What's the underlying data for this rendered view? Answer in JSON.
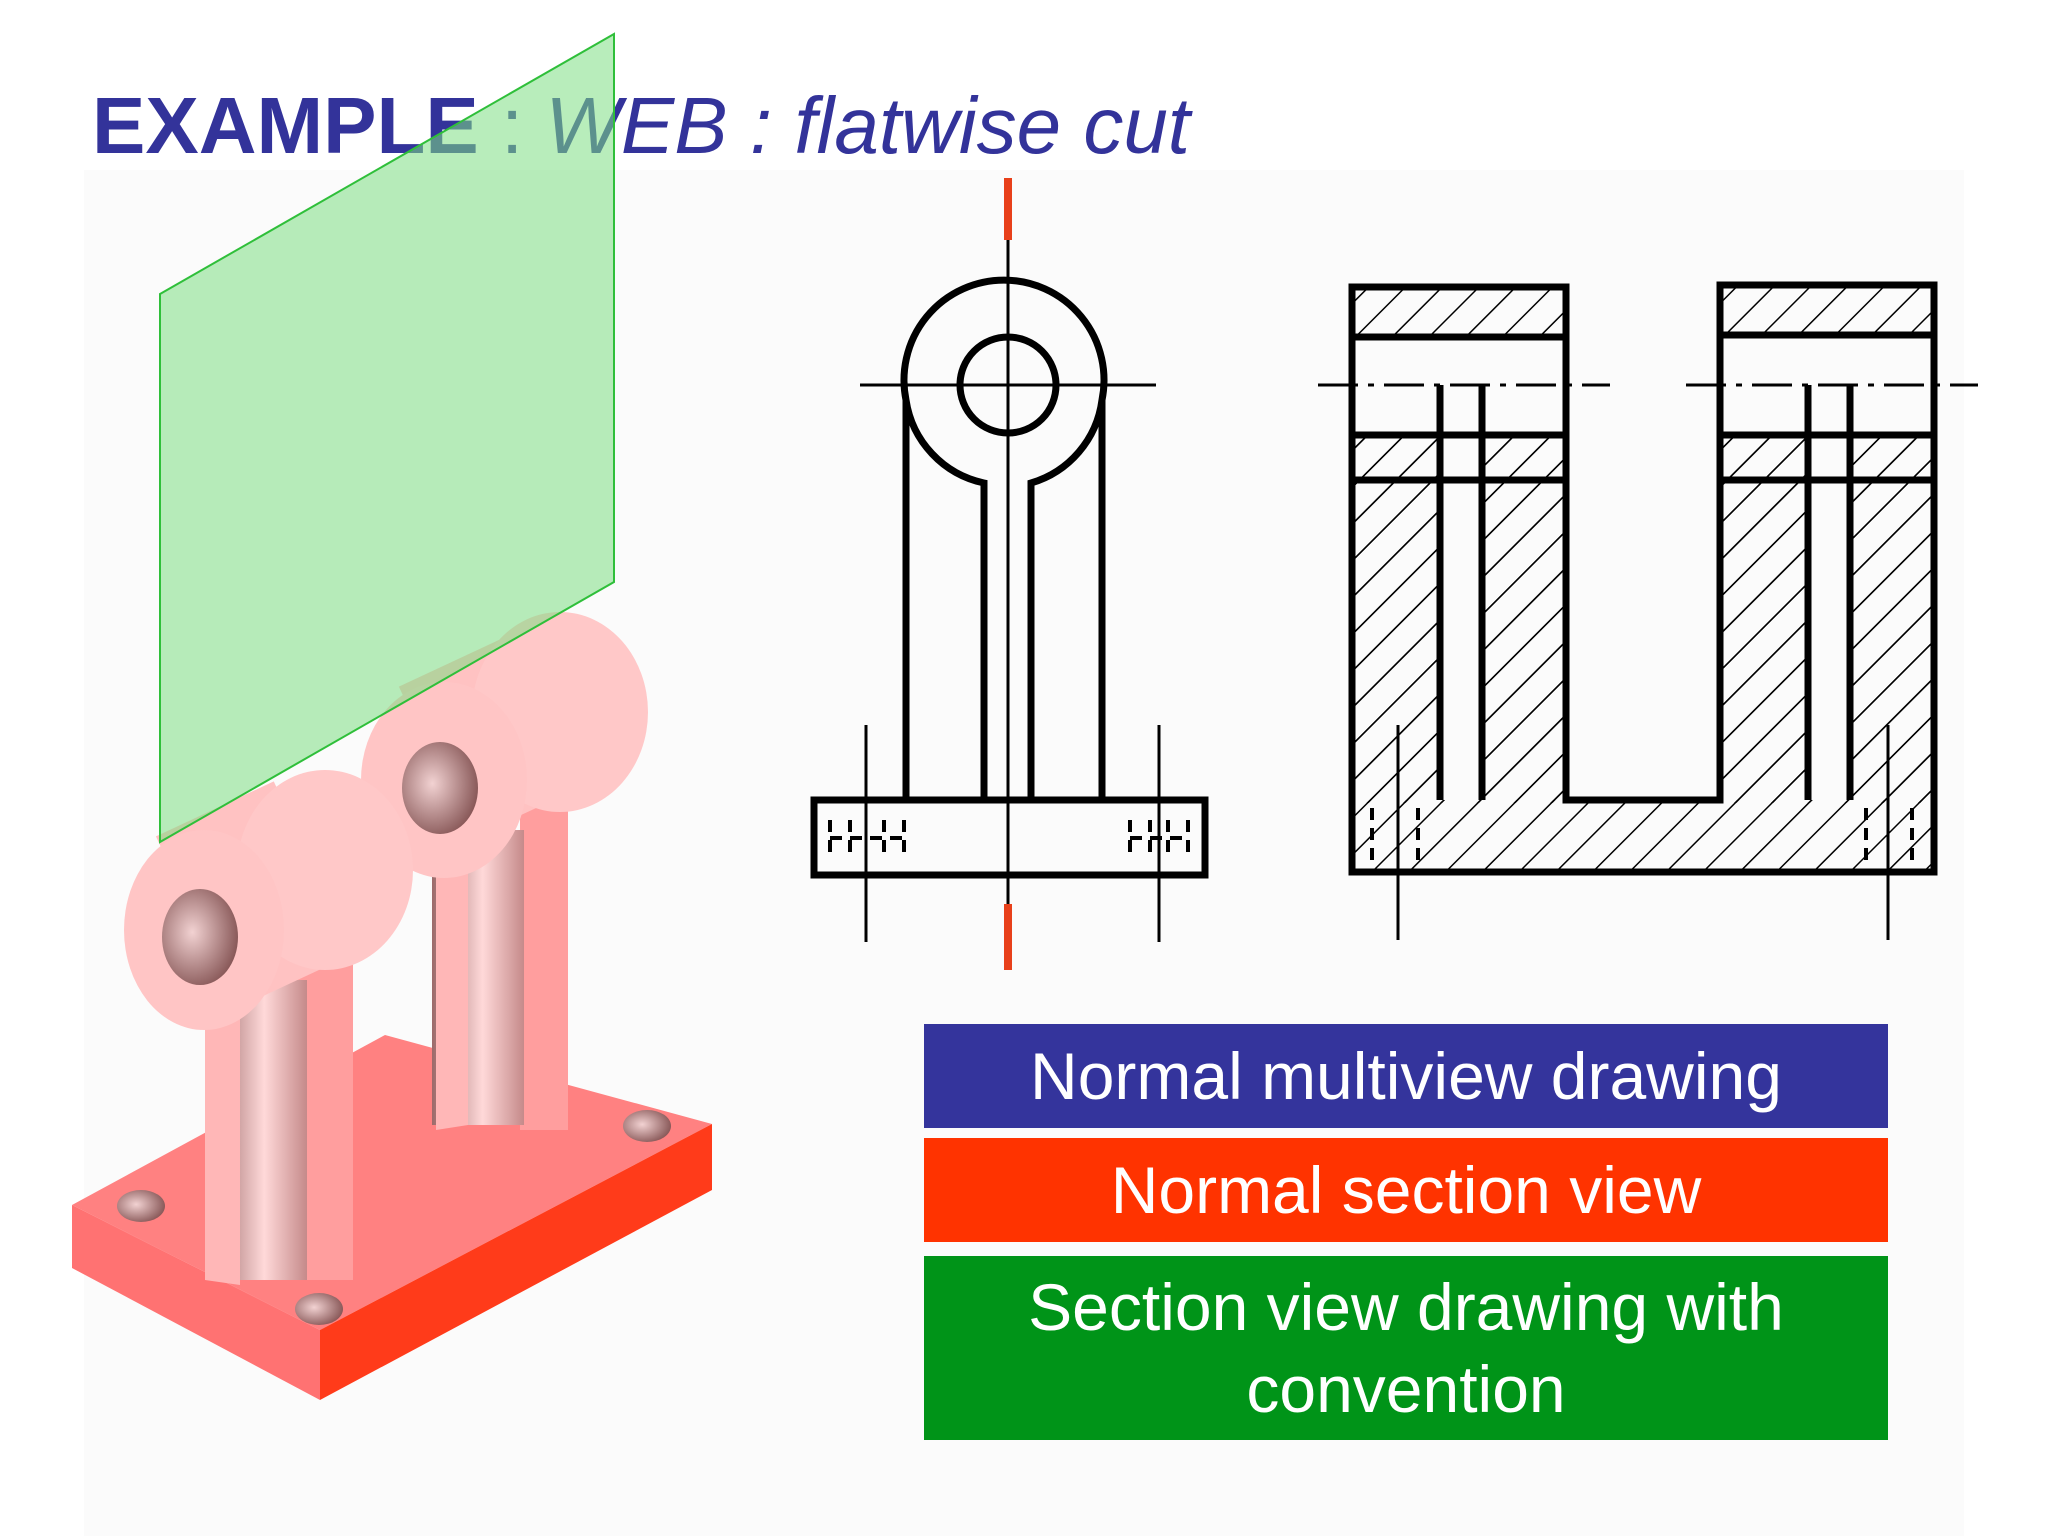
{
  "title": {
    "keyword": "EXAMPLE",
    "sep1": " : ",
    "subject": "WEB",
    "sep2": " : ",
    "cut": "flatwise cut"
  },
  "legend": [
    {
      "id": "multiview",
      "label": "Normal multiview drawing",
      "color": "#34349c"
    },
    {
      "id": "section",
      "label": "Normal section view",
      "color": "#ff3300"
    },
    {
      "id": "convention",
      "label": [
        "Section view drawing with",
        "convention"
      ],
      "color": "#009418"
    }
  ],
  "colors": {
    "title": "#33339a",
    "cutting_plane": "#7ddf84",
    "part_top": "#ffc5c5",
    "part_side": "#ff7f7f",
    "part_dark": "#ff3300",
    "section_line": "#e8401a",
    "outline": "#000000"
  },
  "icons": [
    "cutting-plane",
    "isometric-bracket",
    "front-view",
    "side-section-view"
  ]
}
